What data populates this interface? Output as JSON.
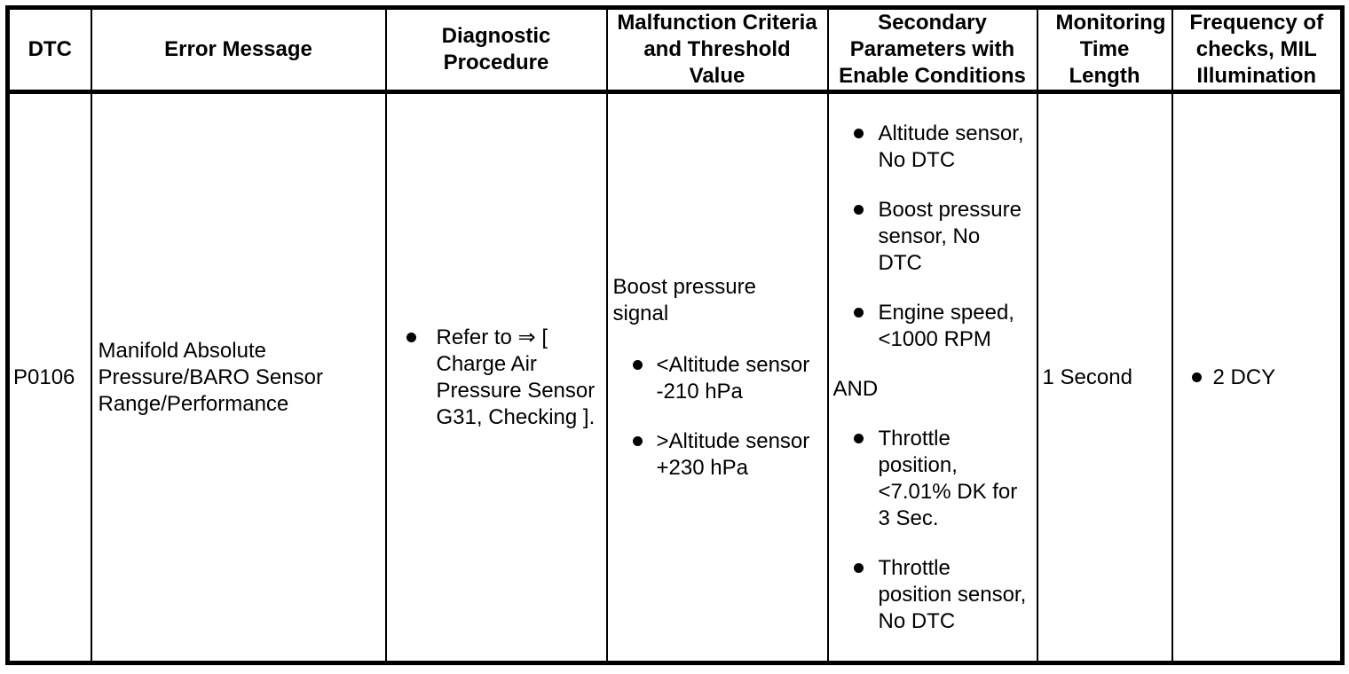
{
  "page": {
    "background_color": "#ffffff",
    "border_color": "#000000",
    "text_color": "#000000"
  },
  "table": {
    "headers": [
      "DTC",
      "Error Message",
      "Diagnostic Procedure",
      "Malfunction Criteria and Threshold Value",
      "Secondary Parameters with Enable Conditions",
      "Monitoring Time Length",
      "Frequency of checks, MIL Illumination"
    ],
    "row": {
      "dtc": "P0106",
      "error_message": "Manifold Absolute Pressure/BARO Sensor Range/Performance",
      "diagnostic_procedure": {
        "items": [
          "Refer to ⇒ [ Charge Air Pressure Sensor G31, Checking ]."
        ]
      },
      "malfunction_criteria": {
        "intro": "Boost pressure signal",
        "items": [
          "<Altitude sensor -210 hPa",
          ">Altitude sensor +230 hPa"
        ]
      },
      "secondary_parameters": {
        "items_before": [
          "Altitude sensor, No DTC",
          "Boost pressure sensor, No DTC",
          "Engine speed, <1000 RPM"
        ],
        "connector": "AND",
        "items_after": [
          "Throttle position, <7.01% DK for 3 Sec.",
          "Throttle position sensor, No DTC"
        ]
      },
      "monitoring_time_length": "1 Second",
      "frequency_of_checks": {
        "items": [
          "2 DCY"
        ]
      }
    }
  }
}
